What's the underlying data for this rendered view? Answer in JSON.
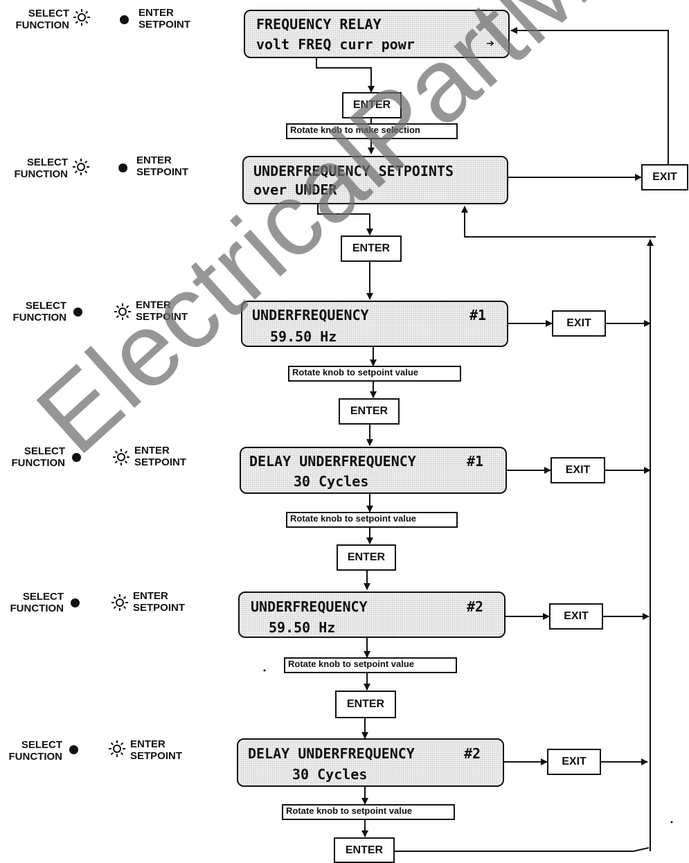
{
  "labels": {
    "select": "SELECT",
    "function": "FUNCTION",
    "enter": "ENTER",
    "setpoint": "SETPOINT"
  },
  "screens": [
    {
      "line1": "FREQUENCY RELAY",
      "line2": "volt FREQ curr powr",
      "tag": "➔"
    },
    {
      "line1": "UNDERFREQUENCY SETPOINTS",
      "line2": "over UNDER",
      "tag": ""
    },
    {
      "line1": "UNDERFREQUENCY",
      "line2": "59.50 Hz",
      "tag": "#1"
    },
    {
      "line1": "DELAY UNDERFREQUENCY",
      "line2": "30 Cycles",
      "tag": "#1"
    },
    {
      "line1": "UNDERFREQUENCY",
      "line2": "59.50 Hz",
      "tag": "#2"
    },
    {
      "line1": "DELAY UNDERFREQUENCY",
      "line2": "30 Cycles",
      "tag": "#2"
    }
  ],
  "buttons": {
    "enter": "ENTER",
    "exit": "EXIT"
  },
  "notes": {
    "make_selection": "Rotate knob to make selection",
    "setpoint_1": "Rotate knob to setpoint value",
    "setpoint_2": "Rotate knob to setpoint value",
    "setpoint_3": "Rotate knob to setpoint value",
    "setpoint_4": "Rotate knob to setpoint value"
  },
  "indicator_state": [
    "select",
    "select",
    "enter",
    "enter",
    "enter",
    "enter"
  ],
  "watermark": "ElectricalPartManuals"
}
